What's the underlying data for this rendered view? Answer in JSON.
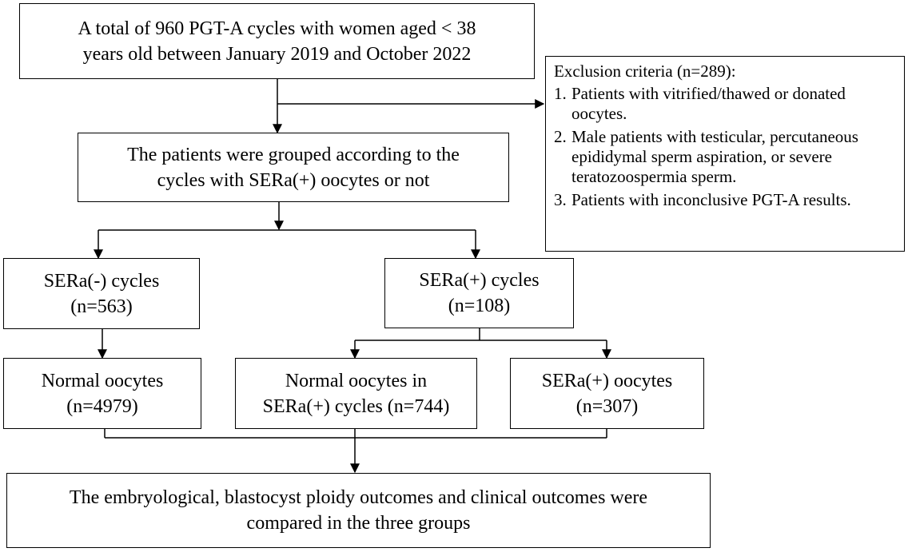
{
  "flowchart": {
    "top": {
      "line1": "A total of  960  PGT-A cycles with women aged < 38",
      "line2": "years old between January 2019 and October 2022"
    },
    "exclusion": {
      "heading": "Exclusion criteria (n=289):",
      "items": [
        {
          "number": "1.",
          "text": "Patients with vitrified/thawed or donated oocytes."
        },
        {
          "number": "2.",
          "text": "Male patients with testicular, percutaneous epididymal sperm aspiration, or severe teratozoospermia  sperm."
        },
        {
          "number": "3.",
          "text": "Patients with inconclusive PGT-A results."
        }
      ]
    },
    "grouping": {
      "line1": "The patients were grouped according to the",
      "line2": "cycles with SERa(+) oocytes or not"
    },
    "sera_neg_cycles": {
      "line1": "SERa(-) cycles",
      "line2": "(n=563)"
    },
    "sera_pos_cycles": {
      "line1": "SERa(+) cycles",
      "line2": "(n=108)"
    },
    "normal_oocytes": {
      "line1": "Normal oocytes",
      "line2": "(n=4979)"
    },
    "normal_oocytes_pos": {
      "line1": "Normal oocytes in",
      "line2": "SERa(+) cycles (n=744)"
    },
    "sera_pos_oocytes": {
      "line1": "SERa(+) oocytes",
      "line2": "(n=307)"
    },
    "outcome": {
      "line1": "The embryological, blastocyst ploidy outcomes and clinical outcomes were",
      "line2": "compared in the three groups"
    }
  }
}
